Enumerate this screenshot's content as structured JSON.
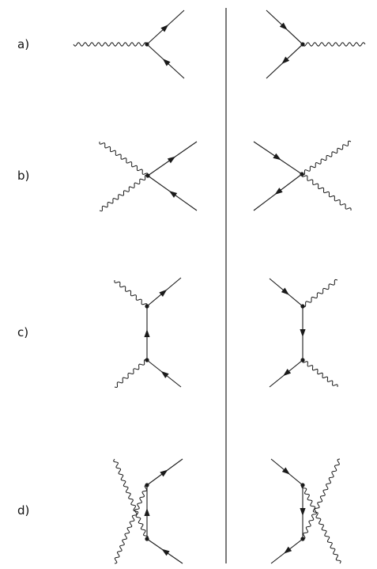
{
  "rows": [
    {
      "label": "a)"
    },
    {
      "label": "b)"
    },
    {
      "label": "c)"
    },
    {
      "label": "d)"
    }
  ],
  "colors": {
    "ink": "#1a1a1a",
    "background": "#ffffff"
  }
}
